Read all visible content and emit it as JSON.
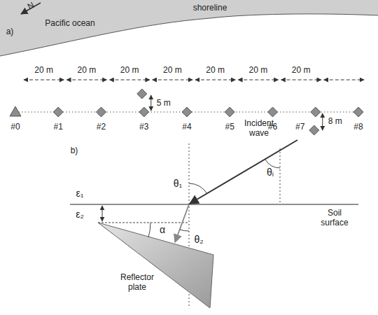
{
  "diagram": {
    "labels": [
      "a)",
      "N",
      "Pacific ocean",
      "shoreline",
      "20 m",
      "20 m",
      "20 m",
      "20 m",
      "20 m",
      "20 m",
      "20 m",
      "#0",
      "#1",
      "#2",
      "#3",
      "#4",
      "#5",
      "#6",
      "#7",
      "#8",
      "5 m",
      "8 m",
      "b)",
      "Incident wave",
      "θᵢ",
      "θ₁",
      "θ₂",
      "ε₁",
      "ε₂",
      "Soil surface",
      "Reflector plate",
      "α"
    ]
  }
}
